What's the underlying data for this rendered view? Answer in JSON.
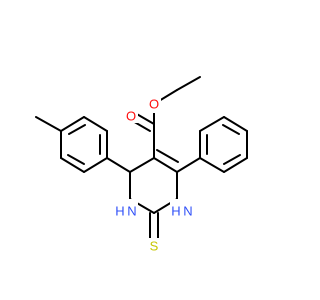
{
  "molecule": {
    "atom_labels": {
      "carbonyl_oxygen": "O",
      "ester_oxygen": "O",
      "nh_left": "H",
      "nh_left_n": "N",
      "nh_right": "H",
      "nh_right_n": "N",
      "thione_sulfur": "S"
    },
    "colors": {
      "bond": "#000000",
      "oxygen": "#ff0d0d",
      "nitrogen": "#3050f8",
      "sulfur": "#c6c600"
    }
  }
}
